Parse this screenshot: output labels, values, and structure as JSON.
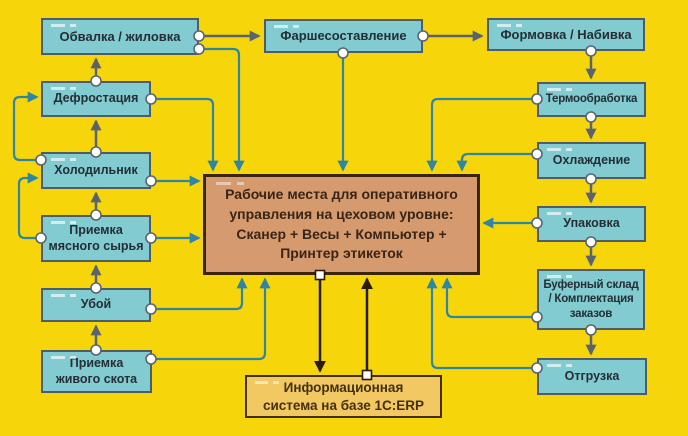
{
  "nodes": {
    "obvalka": {
      "label": "Обвалка / жиловка"
    },
    "farsh": {
      "label": "Фаршесоставление"
    },
    "formovka": {
      "label": "Формовка / Набивка"
    },
    "defrost": {
      "label": "Дефростация"
    },
    "holod": {
      "label": "Холодильник"
    },
    "priemkam": {
      "label": "Приемка мясного сырья"
    },
    "uboj": {
      "label": "Убой"
    },
    "priemkazh": {
      "label": "Приемка живого скота"
    },
    "termo": {
      "label": "Термообработка"
    },
    "ohlazh": {
      "label": "Охлаждение"
    },
    "upak": {
      "label": "Упаковка"
    },
    "bufer": {
      "label": "Буферный склад / Комплектация заказов"
    },
    "otgruzka": {
      "label": "Отгрузка"
    },
    "central": {
      "label": "Рабочие места для оперативного управления на цеховом уровне: Сканер + Весы + Компьютер + Принтер этикеток"
    },
    "erp": {
      "label": "Информационная система на базе 1С:ERP"
    }
  },
  "edges": [
    {
      "from": "Приемка живого скота",
      "to": "Убой",
      "type": "process-flow"
    },
    {
      "from": "Убой",
      "to": "Приемка мясного сырья",
      "type": "process-flow"
    },
    {
      "from": "Приемка мясного сырья",
      "to": "Холодильник",
      "type": "process-flow"
    },
    {
      "from": "Холодильник",
      "to": "Дефростация",
      "type": "process-flow"
    },
    {
      "from": "Дефростация",
      "to": "Обвалка / жиловка",
      "type": "process-flow"
    },
    {
      "from": "Обвалка / жиловка",
      "to": "Фаршесоставление",
      "type": "process-flow"
    },
    {
      "from": "Фаршесоставление",
      "to": "Формовка / Набивка",
      "type": "process-flow"
    },
    {
      "from": "Формовка / Набивка",
      "to": "Термообработка",
      "type": "process-flow"
    },
    {
      "from": "Термообработка",
      "to": "Охлаждение",
      "type": "process-flow"
    },
    {
      "from": "Охлаждение",
      "to": "Упаковка",
      "type": "process-flow"
    },
    {
      "from": "Упаковка",
      "to": "Буферный склад / Комплектация заказов",
      "type": "process-flow"
    },
    {
      "from": "Буферный склад / Комплектация заказов",
      "to": "Отгрузка",
      "type": "process-flow"
    },
    {
      "from": "Обвалка / жиловка",
      "to": "Рабочие места",
      "type": "workstation-link"
    },
    {
      "from": "Дефростация",
      "to": "Рабочие места",
      "type": "workstation-link"
    },
    {
      "from": "Холодильник",
      "to": "Рабочие места",
      "type": "workstation-link"
    },
    {
      "from": "Приемка мясного сырья",
      "to": "Рабочие места",
      "type": "workstation-link"
    },
    {
      "from": "Убой",
      "to": "Рабочие места",
      "type": "workstation-link"
    },
    {
      "from": "Приемка живого скота",
      "to": "Рабочие места",
      "type": "workstation-link"
    },
    {
      "from": "Фаршесоставление",
      "to": "Рабочие места",
      "type": "workstation-link"
    },
    {
      "from": "Термообработка",
      "to": "Рабочие места",
      "type": "workstation-link"
    },
    {
      "from": "Охлаждение",
      "to": "Рабочие места",
      "type": "workstation-link"
    },
    {
      "from": "Упаковка",
      "to": "Рабочие места",
      "type": "workstation-link"
    },
    {
      "from": "Буферный склад / Комплектация заказов",
      "to": "Рабочие места",
      "type": "workstation-link"
    },
    {
      "from": "Отгрузка",
      "to": "Рабочие места",
      "type": "workstation-link"
    },
    {
      "from": "Рабочие места",
      "to": "Информационная система 1С:ERP",
      "type": "erp-link"
    },
    {
      "from": "Информационная система 1С:ERP",
      "to": "Рабочие места",
      "type": "erp-link"
    }
  ],
  "colors": {
    "background": "#F6D60A",
    "process_box_fill": "#82CBD0",
    "process_box_border": "#4D5C66",
    "process_flow_arrow": "#5A6470",
    "workstation_arrow": "#2E86A2",
    "central_box_fill": "#D59B6F",
    "central_box_border": "#3A2410",
    "erp_box_fill": "#F1C862",
    "erp_box_border": "#43300A",
    "erp_arrow": "#2B1A04",
    "connector_dot": "#FFFFFF"
  }
}
